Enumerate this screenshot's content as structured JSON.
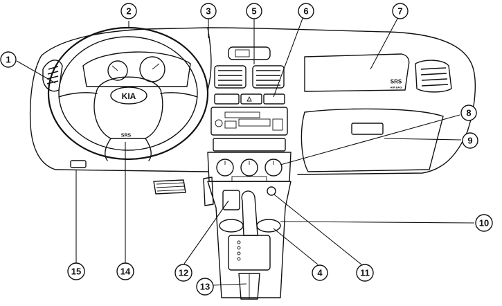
{
  "diagram": {
    "logo_text": "KIA",
    "airbag_label": "SRS",
    "passenger_airbag_label": "SRS",
    "passenger_airbag_sublabel": "AIR BAG",
    "callouts": [
      {
        "id": "1",
        "label": "1"
      },
      {
        "id": "2",
        "label": "2"
      },
      {
        "id": "3",
        "label": "3"
      },
      {
        "id": "4",
        "label": "4"
      },
      {
        "id": "5",
        "label": "5"
      },
      {
        "id": "6",
        "label": "6"
      },
      {
        "id": "7",
        "label": "7"
      },
      {
        "id": "8",
        "label": "8"
      },
      {
        "id": "9",
        "label": "9"
      },
      {
        "id": "10",
        "label": "10"
      },
      {
        "id": "11",
        "label": "11"
      },
      {
        "id": "12",
        "label": "12"
      },
      {
        "id": "13",
        "label": "13"
      },
      {
        "id": "14",
        "label": "14"
      },
      {
        "id": "15",
        "label": "15"
      }
    ]
  }
}
